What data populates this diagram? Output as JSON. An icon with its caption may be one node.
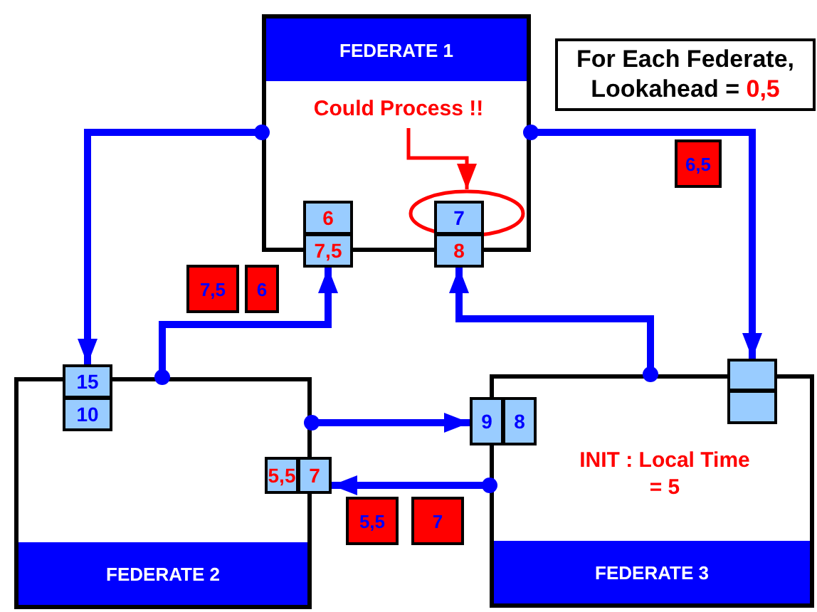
{
  "diagram": {
    "nodes": [
      {
        "text": [
          "FEDERATE 1"
        ]
      },
      {
        "text": [
          "Could Process !!"
        ],
        "in": 0
      },
      {
        "text": [],
        "shape": "circle",
        "in": 0
      },
      {
        "text": [
          "6"
        ],
        "in": 0
      },
      {
        "text": [
          "7,5"
        ]
      },
      {
        "text": [
          "7"
        ],
        "in": 2
      },
      {
        "text": [
          "8"
        ]
      },
      {
        "text": [
          "For Each Federate, Lookahead =",
          "0,5"
        ]
      },
      {
        "text": [
          "6,5"
        ]
      },
      {
        "text": [
          "7,5"
        ]
      },
      {
        "text": [
          "6"
        ]
      },
      {
        "text": [
          "15"
        ]
      },
      {
        "text": [
          "10"
        ],
        "in": 13
      },
      {
        "text": [
          "FEDERATE 2"
        ]
      },
      {
        "text": [
          "5,5"
        ],
        "in": 13
      },
      {
        "text": [
          "7"
        ]
      },
      {
        "text": [
          "9"
        ]
      },
      {
        "text": [
          "8"
        ],
        "in": 20
      },
      {
        "text": [],
        "shape": "box"
      },
      {
        "text": [],
        "shape": "box",
        "in": 20
      },
      {
        "text": [
          "INIT : Local Time = 5",
          "FEDERATE 3"
        ]
      },
      {
        "text": [
          "5,5"
        ]
      },
      {
        "text": [
          "7"
        ]
      }
    ],
    "edges": [
      {
        "from": 0,
        "to": 11,
        "arrow": "to"
      },
      {
        "from": 0,
        "to": 18,
        "arrow": "to"
      },
      {
        "from": 13,
        "to": 4,
        "arrow": "to"
      },
      {
        "from": 20,
        "to": 6,
        "arrow": "to"
      },
      {
        "from": 13,
        "to": 16,
        "arrow": "to"
      },
      {
        "from": 20,
        "to": 15,
        "arrow": "to"
      },
      {
        "from": 1,
        "to": 2,
        "arrow": "to",
        "color": "#ff0000"
      }
    ]
  }
}
